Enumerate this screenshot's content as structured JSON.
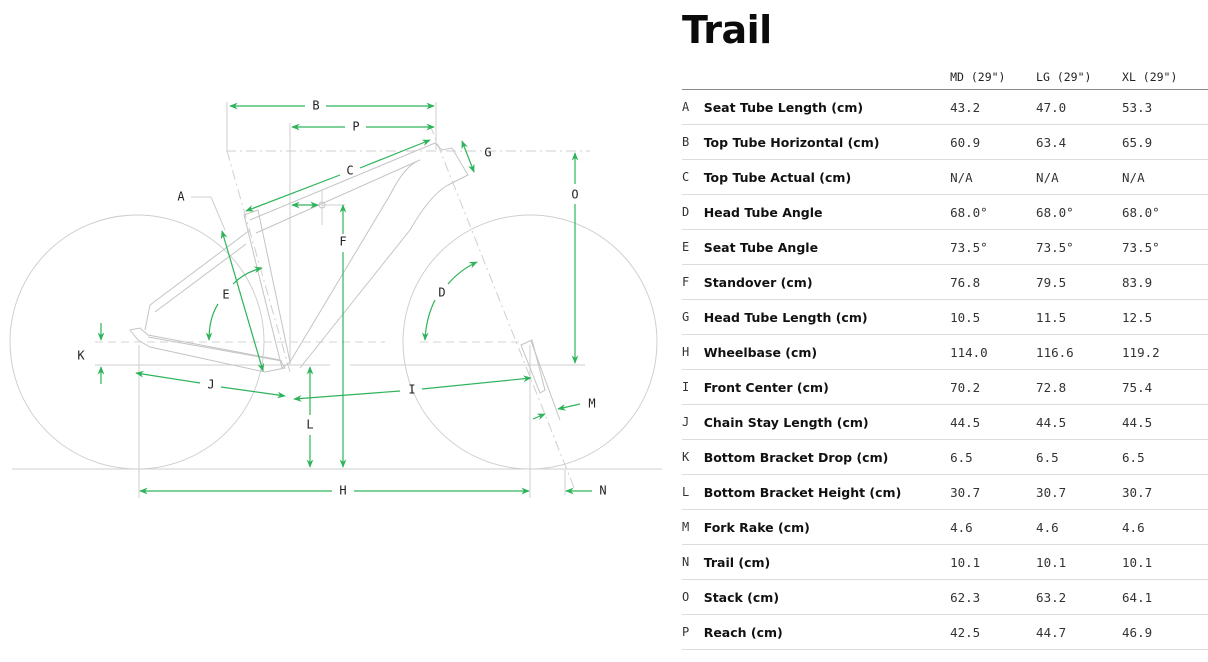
{
  "title": "Trail",
  "accent_color": "#2eb35a",
  "columns": [
    "MD (29\")",
    "LG (29\")",
    "XL (29\")"
  ],
  "rows": [
    {
      "letter": "A",
      "name": "Seat Tube Length (cm)",
      "values": [
        "43.2",
        "47.0",
        "53.3"
      ]
    },
    {
      "letter": "B",
      "name": "Top Tube Horizontal (cm)",
      "values": [
        "60.9",
        "63.4",
        "65.9"
      ]
    },
    {
      "letter": "C",
      "name": "Top Tube Actual (cm)",
      "values": [
        "N/A",
        "N/A",
        "N/A"
      ]
    },
    {
      "letter": "D",
      "name": "Head Tube Angle",
      "values": [
        "68.0°",
        "68.0°",
        "68.0°"
      ]
    },
    {
      "letter": "E",
      "name": "Seat Tube Angle",
      "values": [
        "73.5°",
        "73.5°",
        "73.5°"
      ]
    },
    {
      "letter": "F",
      "name": "Standover (cm)",
      "values": [
        "76.8",
        "79.5",
        "83.9"
      ]
    },
    {
      "letter": "G",
      "name": "Head Tube Length (cm)",
      "values": [
        "10.5",
        "11.5",
        "12.5"
      ]
    },
    {
      "letter": "H",
      "name": "Wheelbase (cm)",
      "values": [
        "114.0",
        "116.6",
        "119.2"
      ]
    },
    {
      "letter": "I",
      "name": "Front Center (cm)",
      "values": [
        "70.2",
        "72.8",
        "75.4"
      ]
    },
    {
      "letter": "J",
      "name": "Chain Stay Length (cm)",
      "values": [
        "44.5",
        "44.5",
        "44.5"
      ]
    },
    {
      "letter": "K",
      "name": "Bottom Bracket Drop (cm)",
      "values": [
        "6.5",
        "6.5",
        "6.5"
      ]
    },
    {
      "letter": "L",
      "name": "Bottom Bracket Height (cm)",
      "values": [
        "30.7",
        "30.7",
        "30.7"
      ]
    },
    {
      "letter": "M",
      "name": "Fork Rake (cm)",
      "values": [
        "4.6",
        "4.6",
        "4.6"
      ]
    },
    {
      "letter": "N",
      "name": "Trail (cm)",
      "values": [
        "10.1",
        "10.1",
        "10.1"
      ]
    },
    {
      "letter": "O",
      "name": "Stack (cm)",
      "values": [
        "62.3",
        "63.2",
        "64.1"
      ]
    },
    {
      "letter": "P",
      "name": "Reach (cm)",
      "values": [
        "42.5",
        "44.7",
        "46.9"
      ]
    }
  ],
  "diagram": {
    "labels": {
      "A": "A",
      "B": "B",
      "C": "C",
      "D": "D",
      "E": "E",
      "F": "F",
      "G": "G",
      "H": "H",
      "I": "I",
      "J": "J",
      "K": "K",
      "L": "L",
      "M": "M",
      "N": "N",
      "O": "O",
      "P": "P"
    }
  }
}
